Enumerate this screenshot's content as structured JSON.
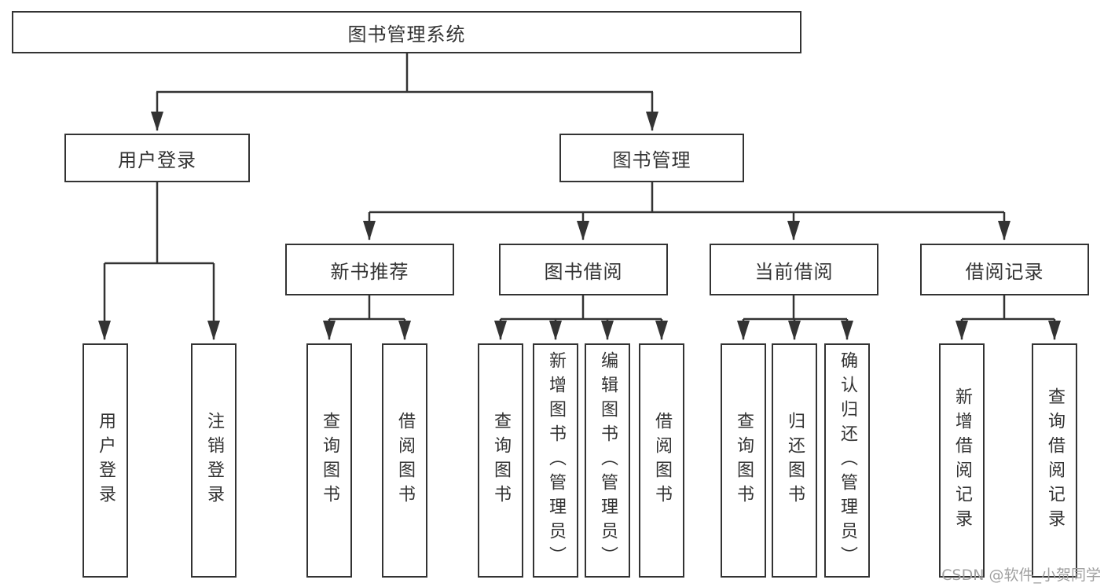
{
  "diagram": {
    "root": {
      "label": "图书管理系统"
    },
    "level2": [
      {
        "label": "用户登录"
      },
      {
        "label": "图书管理"
      }
    ],
    "level3": [
      {
        "label": "新书推荐"
      },
      {
        "label": "图书借阅"
      },
      {
        "label": "当前借阅"
      },
      {
        "label": "借阅记录"
      }
    ],
    "level4": {
      "user_login_children": [
        {
          "label": "用户登录"
        },
        {
          "label": "注销登录"
        }
      ],
      "new_book_children": [
        {
          "label": "查询图书"
        },
        {
          "label": "借阅图书"
        }
      ],
      "book_borrow_children": [
        {
          "label": "查询图书"
        },
        {
          "label": "新增图书（管理员）"
        },
        {
          "label": "编辑图书（管理员）"
        },
        {
          "label": "借阅图书"
        }
      ],
      "current_borrow_children": [
        {
          "label": "查询图书"
        },
        {
          "label": "归还图书"
        },
        {
          "label": "确认归还（管理员）"
        }
      ],
      "borrow_records_children": [
        {
          "label": "新增借阅记录"
        },
        {
          "label": "查询借阅记录"
        }
      ]
    }
  },
  "watermark": {
    "text": "CSDN @软件_小贺同学"
  },
  "colors": {
    "line": "#333333",
    "box_border": "#333333",
    "text": "#333333",
    "background": "#ffffff",
    "watermark": "#a0a0a0"
  }
}
